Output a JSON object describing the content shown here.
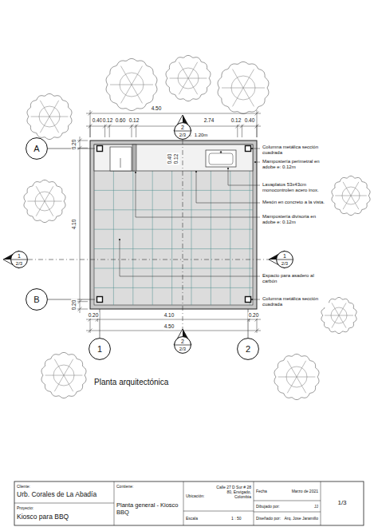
{
  "diagram": {
    "caption": "Planta arquitectónica",
    "nodes": [
      {
        "text": [
          "2",
          "2/3"
        ]
      },
      {
        "text": [
          "A"
        ]
      },
      {
        "text": [
          "1",
          "2/3"
        ]
      },
      {
        "text": [
          "1",
          "2/3"
        ]
      },
      {
        "text": [
          "B"
        ]
      },
      {
        "text": [
          "2",
          "2/3"
        ]
      },
      {
        "text": [
          "1"
        ]
      },
      {
        "text": [
          "2"
        ]
      }
    ],
    "labels": [
      "4.50",
      "0.40",
      "0.12",
      "0.60",
      "0.12",
      "2.74",
      "0.12",
      "0.40",
      "1.20m",
      "0.40",
      "0.12",
      "0.20",
      "4.10",
      "0.20",
      "0.20",
      "4.10",
      "0.20",
      "4.50",
      "Columna metálica sección cuadrada",
      "Mampostería perimetral en adobe e: 0.12m",
      "Lavaplatos 53x43cm monocontrolen acero inox.",
      "Mesón en concreto a la vista.",
      "Mampostería divisoria en adobe e: 0.12m",
      "Espacio para asadero al carbón",
      "Columna metálica sección cuadrada",
      "Cliente:",
      "Urb. Corales de La Abadía",
      "Proyecto:",
      "Kiosco para BBQ",
      "Contiene:",
      "Planta general - Kiosco BBQ",
      "Ubicación:",
      "Calle 27 D Sur # 28 80, Envigado, Colombia",
      "Escala",
      "1 : 50",
      "Fecha",
      "Marzo de 2021",
      "Dibujado por:",
      "JJ",
      "Diseñado por:",
      "Arq. Jose Jaramillo",
      "1/3"
    ]
  }
}
